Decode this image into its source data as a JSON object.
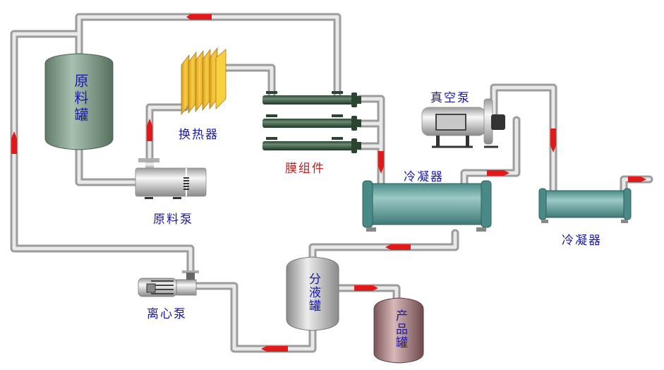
{
  "diagram": {
    "title": "",
    "colors": {
      "pipe": "#d8d8d8",
      "flow_arrow": "#e01a1a",
      "label_text": "#1a1aa8",
      "membrane_label_text": "#c41a1a",
      "raw_tank": "#7f9a88",
      "membrane_tube": "#3c5a44",
      "condenser": "#5f9a96",
      "separator": "#b8b8b8",
      "product_tank": "#9c7476",
      "heat_exchanger": "#f0c030"
    },
    "components": {
      "raw_tank": {
        "label": "原料罐",
        "icon": "vertical-tank-icon"
      },
      "heat_exchanger": {
        "label": "换热器",
        "icon": "plate-heat-exchanger-icon"
      },
      "membrane_module": {
        "label": "膜组件",
        "icon": "membrane-tube-icon"
      },
      "raw_pump": {
        "label": "原料泵",
        "icon": "pump-motor-icon"
      },
      "vacuum_pump": {
        "label": "真空泵",
        "icon": "vacuum-pump-icon"
      },
      "condenser_1": {
        "label": "冷凝器",
        "icon": "shell-tube-condenser-icon"
      },
      "condenser_2": {
        "label": "冷凝器",
        "icon": "shell-tube-condenser-icon"
      },
      "separator_tank": {
        "label": "分液罐",
        "icon": "vertical-tank-icon"
      },
      "product_tank": {
        "label": "产品罐",
        "icon": "vertical-tank-icon"
      },
      "centrifugal_pump": {
        "label": "离心泵",
        "icon": "centrifugal-pump-icon"
      }
    },
    "flow_arrows": [
      {
        "id": "top-return",
        "direction": "left"
      },
      {
        "id": "left-riser",
        "direction": "up"
      },
      {
        "id": "pump-to-hx",
        "direction": "up"
      },
      {
        "id": "membrane-to-condenser",
        "direction": "down"
      },
      {
        "id": "condenser-to-vacuum",
        "direction": "right"
      },
      {
        "id": "vacuum-to-condenser2",
        "direction": "down"
      },
      {
        "id": "condenser2-outlet",
        "direction": "right"
      },
      {
        "id": "condenser-to-separator",
        "direction": "left"
      },
      {
        "id": "separator-to-product",
        "direction": "right"
      },
      {
        "id": "separator-bottom-return",
        "direction": "left"
      }
    ]
  }
}
